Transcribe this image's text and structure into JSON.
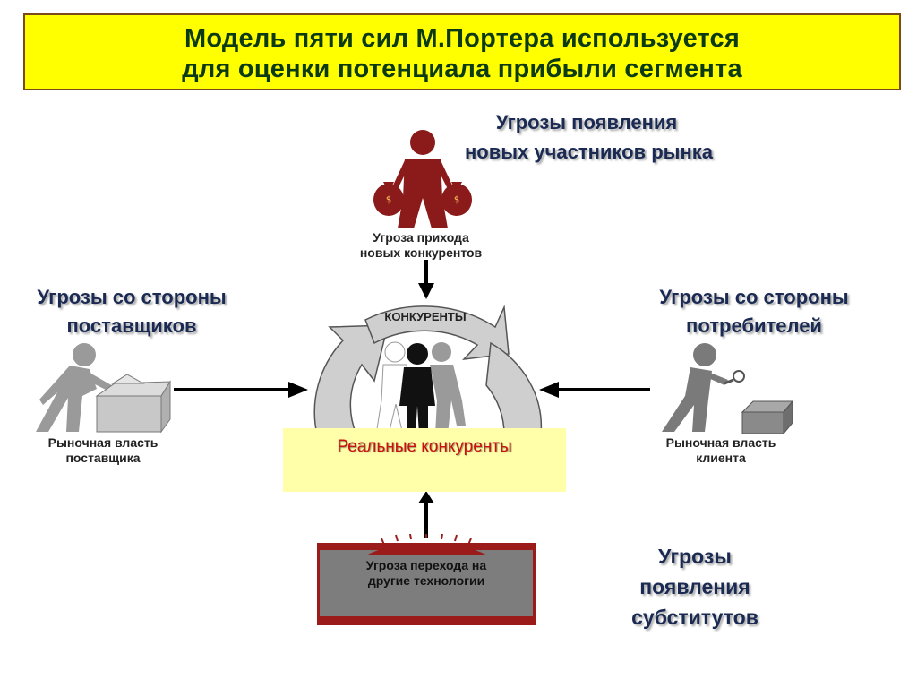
{
  "title": {
    "line1": "Модель пяти сил М.Портера используется",
    "line2": "для оценки потенциала прибыли сегмента"
  },
  "threats": {
    "new_entrants": {
      "line1": "Угрозы появления",
      "line2": "новых участников рынка"
    },
    "suppliers": {
      "line1": "Угрозы со стороны",
      "line2": "поставщиков"
    },
    "buyers": {
      "line1": "Угрозы со стороны",
      "line2": "потребителей"
    },
    "substitutes": {
      "line1": "Угрозы",
      "line2": "появления",
      "line3": "субститутов"
    }
  },
  "forces": {
    "new_competitors": {
      "line1": "Угроза прихода",
      "line2": "новых конкурентов"
    },
    "competitors_ring": "КОНКУРЕНТЫ",
    "supplier_power": {
      "line1": "Рыночная власть",
      "line2": "поставщика"
    },
    "client_power": {
      "line1": "Рыночная власть",
      "line2": "клиента"
    },
    "real_competitors": "Реальные конкуренты",
    "technology": {
      "line1": "Угроза перехода на",
      "line2": "другие технологии"
    }
  },
  "icons": {
    "money_bag_symbol": "$",
    "entrant_color": "#8b1a1a",
    "title_bg": "#ffff00",
    "highlight_bg": "#ffffaa"
  }
}
